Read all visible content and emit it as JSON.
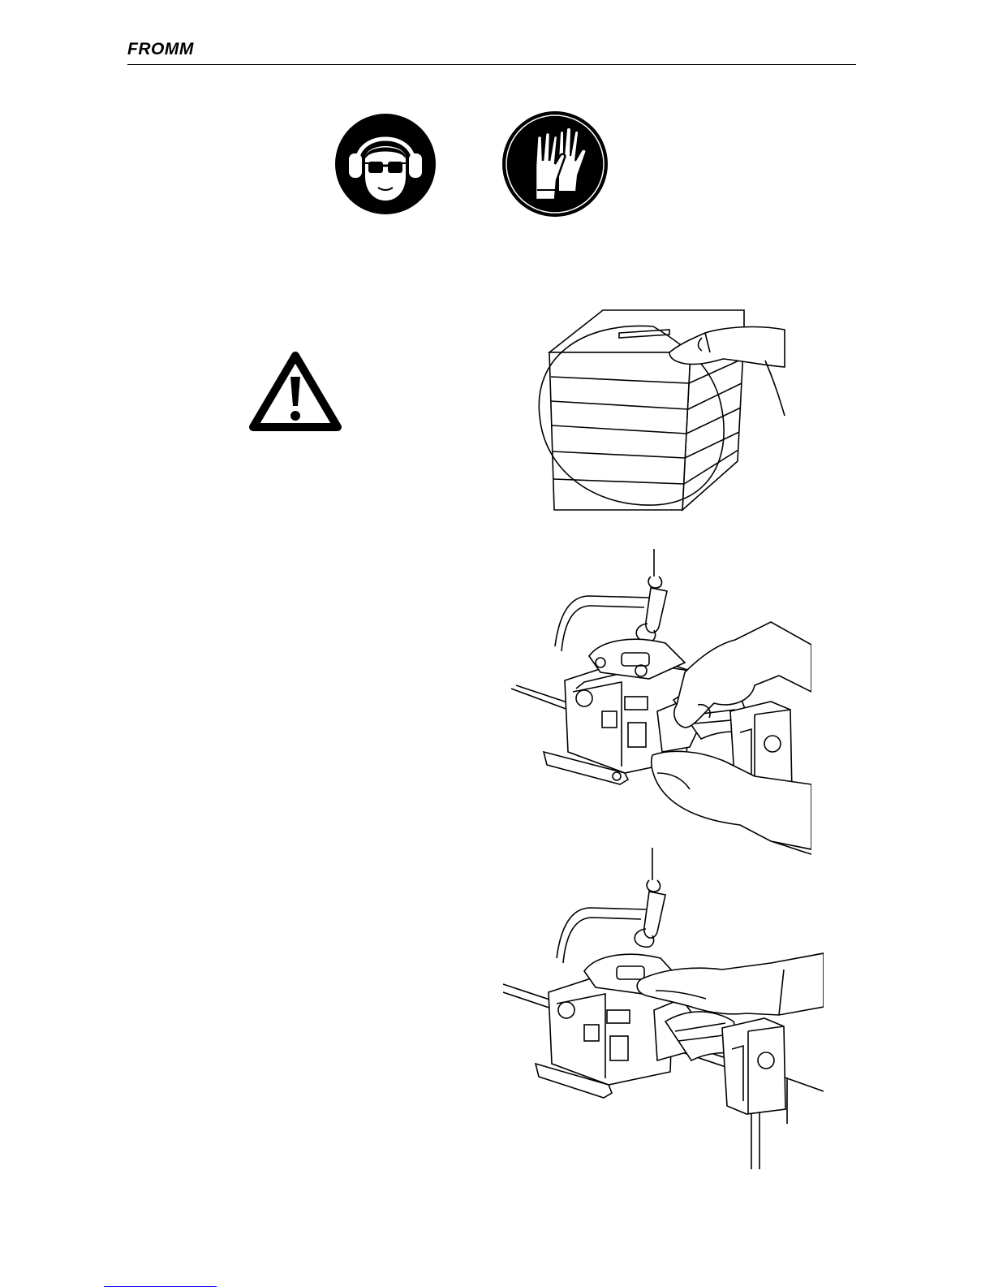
{
  "header": {
    "logo_text": "FROMM"
  },
  "pictograms": {
    "hearing_eye_protection": "ear-and-eye-protection-icon",
    "gloves": "protective-gloves-icon",
    "warning": "warning-triangle-icon"
  },
  "illustrations": [
    "strapped-carton-stack-illustration",
    "strapping-tool-tensioning-illustration",
    "strapping-tool-sealing-illustration"
  ],
  "colors": {
    "ink": "#000000",
    "paper": "#ffffff",
    "link": "#0000ff"
  }
}
